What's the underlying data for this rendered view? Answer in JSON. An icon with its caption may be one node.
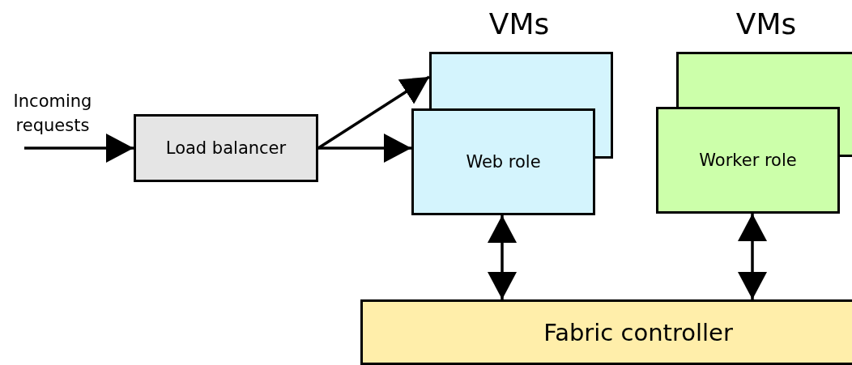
{
  "diagram": {
    "nodes": [
      {
        "text": [
          "Load balancer"
        ]
      },
      {
        "text": [],
        "shape": "box"
      },
      {
        "text": [
          "Web role"
        ]
      },
      {
        "text": [],
        "shape": "box"
      },
      {
        "text": [
          "Worker role"
        ]
      },
      {
        "text": [
          "Fabric controller"
        ]
      }
    ],
    "edges": [
      {
        "from": null,
        "to": 0,
        "arrow": "to"
      },
      {
        "from": 0,
        "to": 1,
        "arrow": "to"
      },
      {
        "from": 0,
        "to": 2,
        "arrow": "to"
      },
      {
        "from": 2,
        "to": 5,
        "arrow": "both"
      },
      {
        "from": 4,
        "to": 5,
        "arrow": "both"
      }
    ],
    "labels": [
      "Incoming requests",
      "VMs",
      "VMs"
    ]
  }
}
